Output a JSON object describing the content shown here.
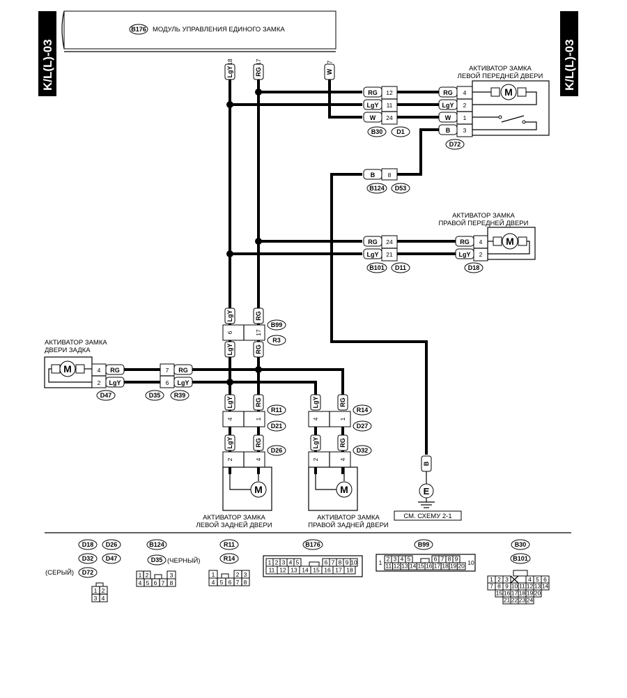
{
  "side_tab": "K/L(L)-03",
  "module": {
    "code": "B176",
    "title": "МОДУЛЬ УПРАВЛЕНИЯ ЕДИНОГО ЗАМКА",
    "pins": [
      "18",
      "17",
      "7"
    ],
    "wires": [
      "LgY",
      "RG",
      "W"
    ]
  },
  "front_left": {
    "title_line1": "АКТИВАТОР ЗАМКА",
    "title_line2": "ЛЕВОЙ ПЕРЕДНЕЙ ДВЕРИ",
    "conn": "D72",
    "wires": [
      "RG",
      "LgY",
      "W",
      "B"
    ],
    "pins": [
      "4",
      "2",
      "1",
      "3"
    ],
    "mid_wires": [
      "RG",
      "LgY",
      "W"
    ],
    "mid_pins": [
      "12",
      "11",
      "24"
    ],
    "mid_conn1": "B30",
    "mid_conn2": "D1",
    "ground_wire": "B",
    "ground_pin": "8",
    "ground_conn1": "B124",
    "ground_conn2": "D53"
  },
  "front_right": {
    "title_line1": "АКТИВАТОР ЗАМКА",
    "title_line2": "ПРАВОЙ ПЕРЕДНЕЙ ДВЕРИ",
    "conn": "D18",
    "wires": [
      "RG",
      "LgY"
    ],
    "pins": [
      "4",
      "2"
    ],
    "mid_pins": [
      "24",
      "21"
    ],
    "mid_conn1": "B101",
    "mid_conn2": "D11"
  },
  "b99": {
    "conn1": "B99",
    "conn2": "R3",
    "pins": [
      "6",
      "17"
    ],
    "wires": [
      "LgY",
      "RG"
    ]
  },
  "rear_gate": {
    "title_line1": "АКТИВАТОР ЗАМКА",
    "title_line2": "ДВЕРИ ЗАДКА",
    "conn": "D47",
    "pins": [
      "4",
      "2"
    ],
    "wires": [
      "RG",
      "LgY"
    ],
    "mid_pins": [
      "7",
      "6"
    ],
    "mid_conn1": "D35",
    "mid_conn2": "R39"
  },
  "rear_left": {
    "title_line1": "АКТИВАТОР ЗАМКА",
    "title_line2": "ЛЕВОЙ ЗАДНЕЙ ДВЕРИ",
    "conn1": "R11",
    "conn2": "D21",
    "conn3": "D26",
    "pins1": [
      "4",
      "1"
    ],
    "pins2": [
      "2",
      "4"
    ],
    "wires": [
      "LgY",
      "RG"
    ]
  },
  "rear_right": {
    "title_line1": "АКТИВАТОР ЗАМКА",
    "title_line2": "ПРАВОЙ ЗАДНЕЙ ДВЕРИ",
    "conn1": "R14",
    "conn2": "D27",
    "conn3": "D32",
    "pins1": [
      "4",
      "1"
    ],
    "pins2": [
      "2",
      "4"
    ],
    "wires": [
      "LgY",
      "RG"
    ]
  },
  "ground": {
    "wire": "B",
    "symbol": "E",
    "ref": "СМ. СХЕМУ 2-1"
  },
  "motor_symbol": "M",
  "legend": {
    "g1": [
      "D18",
      "D26",
      "D32",
      "D47",
      "D72"
    ],
    "g1_note": "(СЕРЫЙ)",
    "g1_grid": [
      "1",
      "2",
      "3",
      "4"
    ],
    "g2": [
      "B124",
      "D35"
    ],
    "g2_note": "(ЧЕРНЫЙ)",
    "g2_row1": [
      "1",
      "2",
      "3"
    ],
    "g2_row2": [
      "4",
      "5",
      "6",
      "7",
      "8"
    ],
    "g3": [
      "R11",
      "R14"
    ],
    "g3_row1": [
      "1",
      "2",
      "3"
    ],
    "g3_row2": [
      "4",
      "5",
      "6",
      "7",
      "8"
    ],
    "g4": "B176",
    "g4_row1": [
      "1",
      "2",
      "3",
      "4",
      "5",
      "6",
      "7",
      "8",
      "9",
      "10"
    ],
    "g4_row2": [
      "11",
      "12",
      "13",
      "14",
      "15",
      "16",
      "17",
      "18"
    ],
    "g5": "B99",
    "g5_left": "1",
    "g5_right": "10",
    "g5_row1": [
      "2",
      "3",
      "4",
      "5",
      "6",
      "7",
      "8",
      "9"
    ],
    "g5_row2": [
      "11",
      "12",
      "13",
      "14",
      "15",
      "16",
      "17",
      "18",
      "19",
      "20"
    ],
    "g6": [
      "B30",
      "B101"
    ],
    "g6_row1": [
      "1",
      "2",
      "3",
      "4",
      "5",
      "6"
    ],
    "g6_row2": [
      "7",
      "8",
      "9",
      "10",
      "11",
      "12",
      "13",
      "14"
    ],
    "g6_row3": [
      "15",
      "16",
      "17",
      "18",
      "19",
      "20"
    ],
    "g6_row4": [
      "21",
      "22",
      "23",
      "24"
    ]
  }
}
